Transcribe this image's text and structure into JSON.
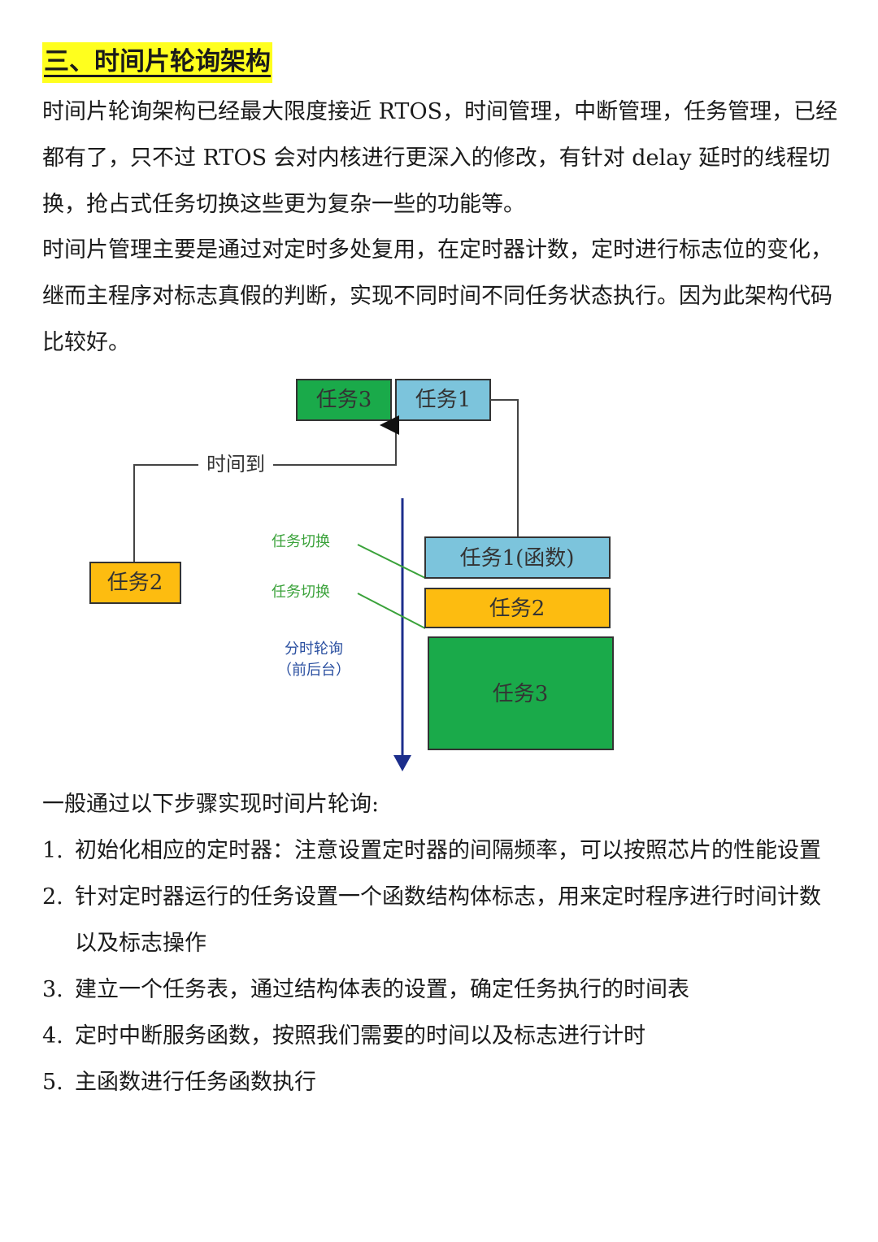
{
  "heading": "三、时间片轮询架构",
  "paragraphs": [
    "时间片轮询架构已经最大限度接近 RTOS，时间管理，中断管理，任务管理，已经都有了，只不过 RTOS 会对内核进行更深入的修改，有针对 delay 延时的线程切换，抢占式任务切换这些更为复杂一些的功能等。",
    "时间片管理主要是通过对定时多处复用，在定时器计数，定时进行标志位的变化，继而主程序对标志真假的判断，实现不同时间不同任务状态执行。因为此架构代码比较好。"
  ],
  "diagram": {
    "top_task3": "任务3",
    "top_task1": "任务1",
    "time_up": "时间到",
    "left_task2": "任务2",
    "switch_label_1": "任务切换",
    "switch_label_2": "任务切换",
    "timeslice_label_line1": "分时轮询",
    "timeslice_label_line2": "（前后台）",
    "stack_task1": "任务1(函数)",
    "stack_task2": "任务2",
    "stack_task3": "任务3",
    "colors": {
      "green": "#1aaa4a",
      "blue": "#7cc4dc",
      "yellow": "#fdbc10",
      "switch_text": "#3aa23a",
      "timeslice_text": "#2a4fa0",
      "arrow": "#1c2e8c"
    }
  },
  "steps_intro": "一般通过以下步骤实现时间片轮询:",
  "steps": [
    {
      "num": "1.",
      "text": "初始化相应的定时器：注意设置定时器的间隔频率，可以按照芯片的性能设置"
    },
    {
      "num": "2.",
      "text": "针对定时器运行的任务设置一个函数结构体标志，用来定时程序进行时间计数以及标志操作"
    },
    {
      "num": "3.",
      "text": "建立一个任务表，通过结构体表的设置，确定任务执行的时间表"
    },
    {
      "num": "4.",
      "text": "定时中断服务函数，按照我们需要的时间以及标志进行计时"
    },
    {
      "num": "5.",
      "text": "主函数进行任务函数执行"
    }
  ]
}
